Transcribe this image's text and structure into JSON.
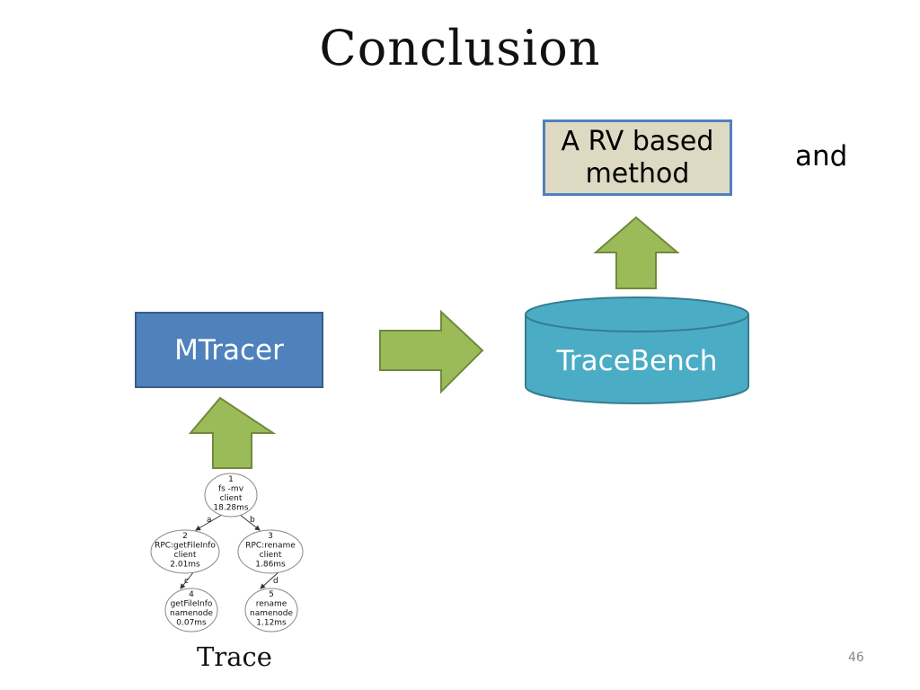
{
  "title": "Conclusion",
  "mtracer_label": "MTracer",
  "tracebench_label": "TraceBench",
  "rv_box": {
    "line1": "A RV based",
    "line2": "method"
  },
  "and_text": "and",
  "trace_label": "Trace",
  "slide_number": "46",
  "colors": {
    "mtracer_fill": "#4f81bd",
    "tracebench_fill": "#4bacc6",
    "rv_fill": "#ddd9c3",
    "arrow_fill": "#9bbb59"
  },
  "trace_graph": {
    "nodes": [
      {
        "id": "1",
        "lines": [
          "1",
          "fs -mv",
          "client",
          "18.28ms"
        ]
      },
      {
        "id": "2",
        "lines": [
          "2",
          "RPC:getFileInfo",
          "client",
          "2.01ms"
        ]
      },
      {
        "id": "3",
        "lines": [
          "3",
          "RPC:rename",
          "client",
          "1.86ms"
        ]
      },
      {
        "id": "4",
        "lines": [
          "4",
          "getFileInfo",
          "namenode",
          "0.07ms"
        ]
      },
      {
        "id": "5",
        "lines": [
          "5",
          "rename",
          "namenode",
          "1.12ms"
        ]
      }
    ],
    "edges": [
      {
        "from": "1",
        "to": "2",
        "label": "a"
      },
      {
        "from": "1",
        "to": "3",
        "label": "b"
      },
      {
        "from": "2",
        "to": "4",
        "label": "c"
      },
      {
        "from": "3",
        "to": "5",
        "label": "d"
      }
    ]
  }
}
